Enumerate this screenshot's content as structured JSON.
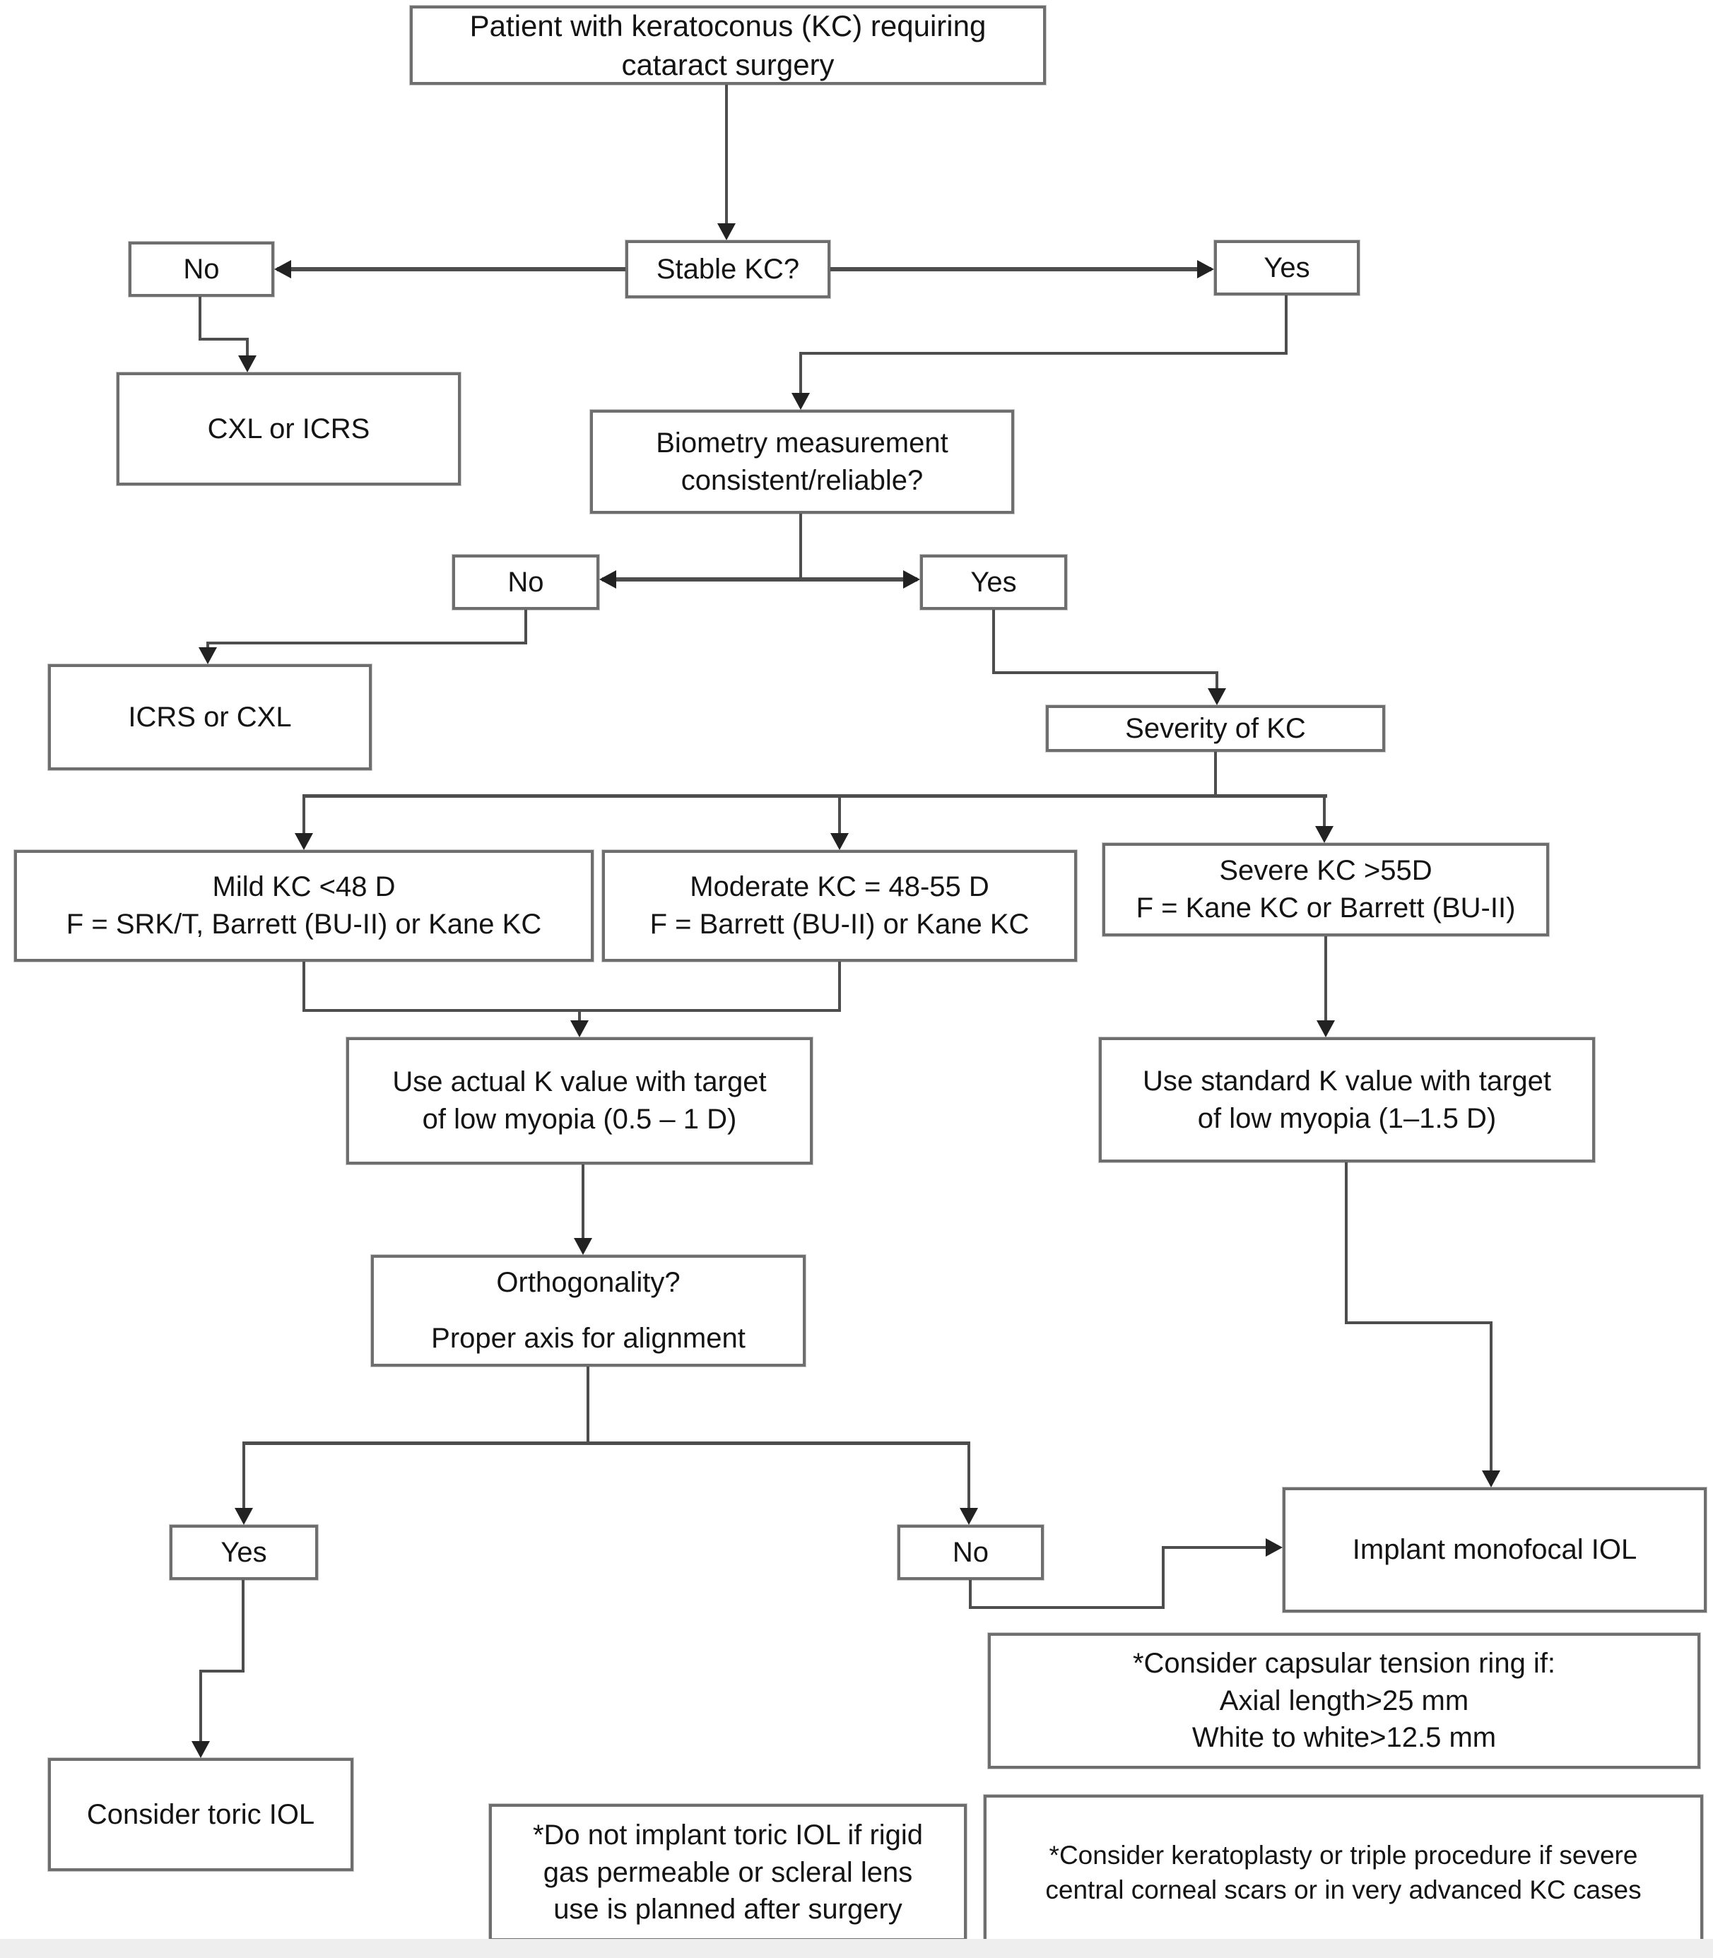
{
  "flowchart": {
    "nodes": {
      "patient": {
        "lines": [
          "Patient with keratoconus (KC) requiring",
          "cataract surgery"
        ]
      },
      "stable_kc": {
        "label": "Stable KC?"
      },
      "no_top": {
        "label": "No"
      },
      "yes_top": {
        "label": "Yes"
      },
      "cxl_icrs": {
        "label": "CXL or ICRS"
      },
      "biometry": {
        "lines": [
          "Biometry measurement",
          "consistent/reliable?"
        ]
      },
      "no_mid": {
        "label": "No"
      },
      "yes_mid": {
        "label": "Yes"
      },
      "icrs_cxl": {
        "label": "ICRS or CXL"
      },
      "severity": {
        "label": "Severity of KC"
      },
      "mild": {
        "lines": [
          "Mild KC <48 D",
          "F = SRK/T, Barrett (BU-II) or Kane KC"
        ]
      },
      "moderate": {
        "lines": [
          "Moderate KC = 48-55 D",
          "F = Barrett (BU-II) or Kane KC"
        ]
      },
      "severe": {
        "lines": [
          "Severe KC >55D",
          "F = Kane KC or Barrett (BU-II)"
        ]
      },
      "use_actual": {
        "lines": [
          "Use actual K value with target",
          "of low myopia (0.5 – 1 D)"
        ]
      },
      "use_standard": {
        "lines": [
          "Use standard K value with target",
          "of low myopia (1–1.5 D)"
        ]
      },
      "orthogonality": {
        "lines": [
          "Orthogonality?",
          "Proper axis for alignment"
        ]
      },
      "yes_bottom": {
        "label": "Yes"
      },
      "no_bottom": {
        "label": "No"
      },
      "implant": {
        "label": "Implant monofocal IOL"
      },
      "capsular_ring": {
        "lines": [
          "*Consider capsular tension ring if:",
          "Axial length>25 mm",
          "White to white>12.5 mm"
        ]
      },
      "toric": {
        "label": "Consider toric IOL"
      },
      "do_not_toric": {
        "lines": [
          "*Do not implant toric IOL if rigid",
          "gas permeable or scleral lens",
          "use is planned after surgery"
        ]
      },
      "keratoplasty": {
        "lines": [
          "*Consider keratoplasty or triple procedure if severe",
          "central corneal scars or in very advanced KC cases"
        ]
      }
    },
    "edges": [
      {
        "from": "patient",
        "to": "stable_kc"
      },
      {
        "from": "stable_kc",
        "to": "no_top"
      },
      {
        "from": "stable_kc",
        "to": "yes_top"
      },
      {
        "from": "no_top",
        "to": "cxl_icrs"
      },
      {
        "from": "yes_top",
        "to": "biometry"
      },
      {
        "from": "biometry",
        "to": "no_mid"
      },
      {
        "from": "biometry",
        "to": "yes_mid"
      },
      {
        "from": "no_mid",
        "to": "icrs_cxl"
      },
      {
        "from": "yes_mid",
        "to": "severity"
      },
      {
        "from": "severity",
        "to": "mild"
      },
      {
        "from": "severity",
        "to": "moderate"
      },
      {
        "from": "severity",
        "to": "severe"
      },
      {
        "from": "mild",
        "to": "use_actual"
      },
      {
        "from": "moderate",
        "to": "use_actual"
      },
      {
        "from": "severe",
        "to": "use_standard"
      },
      {
        "from": "use_actual",
        "to": "orthogonality"
      },
      {
        "from": "orthogonality",
        "to": "yes_bottom"
      },
      {
        "from": "orthogonality",
        "to": "no_bottom"
      },
      {
        "from": "use_standard",
        "to": "implant"
      },
      {
        "from": "no_bottom",
        "to": "implant"
      },
      {
        "from": "yes_bottom",
        "to": "toric"
      }
    ],
    "line_color": "#4d4d4d",
    "box_border_color": "#6e6e6e"
  }
}
